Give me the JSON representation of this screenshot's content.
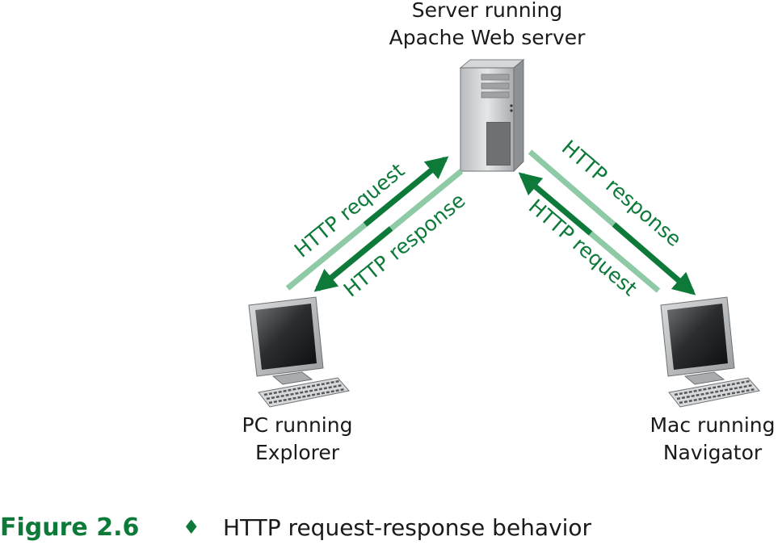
{
  "nodes": {
    "server": {
      "line1": "Server running",
      "line2": "Apache Web server"
    },
    "pc": {
      "line1": "PC running",
      "line2": "Explorer"
    },
    "mac": {
      "line1": "Mac running",
      "line2": "Navigator"
    }
  },
  "edges": {
    "pc_request": "HTTP request",
    "pc_response": "HTTP response",
    "mac_response": "HTTP response",
    "mac_request": "HTTP request"
  },
  "caption": {
    "figure": "Figure 2.6",
    "separator": "♦",
    "text": "HTTP request-response behavior"
  },
  "colors": {
    "arrow_dark": "#0d7a3a",
    "arrow_light": "#8fcaa6",
    "label_green": "#0d7a3a"
  }
}
